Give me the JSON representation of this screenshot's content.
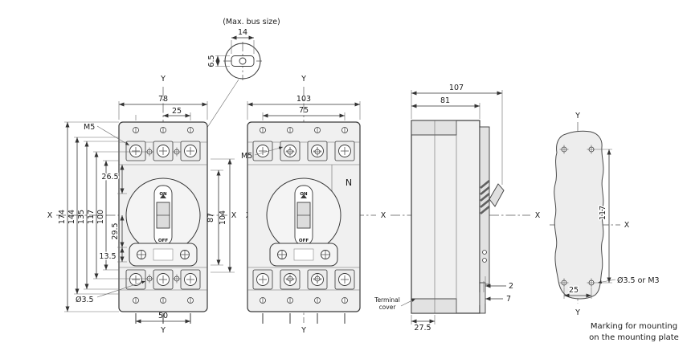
{
  "axis": {
    "x": "X",
    "y": "Y"
  },
  "detail_view": {
    "title": "(Max. bus size)",
    "bus_width": "14",
    "bus_thickness": "6.5"
  },
  "front_view_3p": {
    "overall_width": "78",
    "pole_pitch": "25",
    "terminal_screw": "M5",
    "overall_height": "174",
    "dim_144": "144",
    "dim_135": "135",
    "mounting_hole_vspacing": "117",
    "dim_100": "100",
    "dim_26_5": "26.5",
    "dim_29_5": "29.5",
    "dim_13_5": "13.5",
    "dim_87": "87",
    "dim_104": "104",
    "mounting_hole_dia": "Ø3.5",
    "dim_50": "50",
    "handle_on": "ON",
    "handle_off": "OFF"
  },
  "front_view_4p": {
    "overall_width": "103",
    "pole_span": "75",
    "terminal_screw": "M5",
    "neutral_label": "N",
    "handle_on": "ON",
    "handle_off": "OFF"
  },
  "side_view": {
    "overall_depth": "107",
    "body_depth": "81",
    "dim_2": "2",
    "dim_7": "7",
    "terminal_cover_depth": "27.5",
    "terminal_cover_line1": "Terminal",
    "terminal_cover_line2": "cover"
  },
  "mounting_plate": {
    "hole_vspacing": "117",
    "hole_hspacing": "25",
    "hole_spec": "Ø3.5 or M3",
    "caption_line1": "Marking for mounting",
    "caption_line2": "on the mounting plate"
  }
}
